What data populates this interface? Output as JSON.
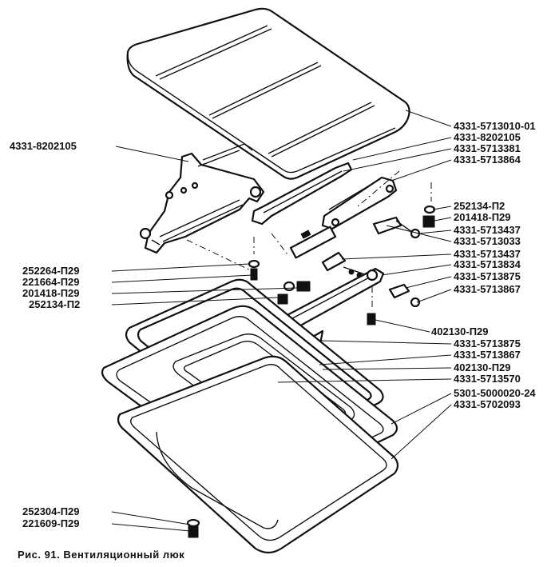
{
  "figure": {
    "caption_prefix": "Рис. 91.",
    "caption_title": "Вентиляционный люк"
  },
  "labels": {
    "lbl_8202105_left": "4331-8202105",
    "lbl_5713010": "4331-5713010-01",
    "lbl_8202105_right": "4331-8202105",
    "lbl_5713381": "4331-5713381",
    "lbl_5713864": "4331-5713864",
    "lbl_252134_r": "252134-П2",
    "lbl_201418_r": "201418-П29",
    "lbl_5713437_a": "4331-5713437",
    "lbl_5713033": "4331-5713033",
    "lbl_5713437_b": "4331-5713437",
    "lbl_5713834": "4331-5713834",
    "lbl_5713875_a": "4331-5713875",
    "lbl_5713867_a": "4331-5713867",
    "lbl_402130_a": "402130-П29",
    "lbl_5713875_b": "4331-5713875",
    "lbl_5713867_b": "4331-5713867",
    "lbl_402130_b": "402130-П29",
    "lbl_5713570": "4331-5713570",
    "lbl_5000020": "5301-5000020-24",
    "lbl_5702093": "4331-5702093",
    "lbl_252264": "252264-П29",
    "lbl_221664": "221664-П29",
    "lbl_201418_l": "201418-П29",
    "lbl_252134_l": "252134-П2",
    "lbl_252304": "252304-П29",
    "lbl_221609": "221609-П29"
  }
}
